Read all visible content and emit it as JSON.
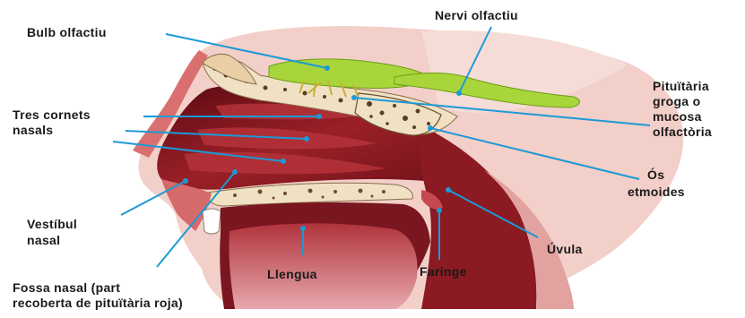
{
  "labels": {
    "bulb_olfactiu": "Bulb olfactiu",
    "nervi_olfactiu": "Nervi olfactiu",
    "pituitaria_line1": "Pituïtària",
    "pituitaria_line2": "groga o",
    "pituitaria_line3": "mucosa",
    "pituitaria_line4": "olfactòria",
    "tres_cornets_line1": "Tres cornets",
    "tres_cornets_line2": "nasals",
    "os_line1": "Ós",
    "os_line2": "etmoides",
    "vestibul_line1": "Vestíbul",
    "vestibul_line2": "nasal",
    "uvula": "Úvula",
    "faringe": "Faringe",
    "llengua": "Llengua",
    "fossa_line1": "Fossa nasal (part",
    "fossa_line2": "recoberta de pituïtària roja)"
  },
  "colors": {
    "leader_line": "#1b9ad6",
    "nerve_green": "#a8d63a",
    "flesh": "#e8a9a4",
    "cavity": "#8e1c24",
    "bone": "#f1e1c4"
  }
}
